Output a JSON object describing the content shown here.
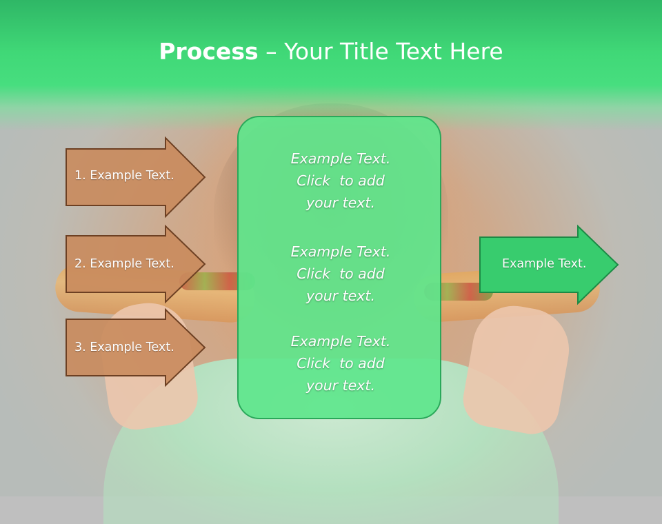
{
  "title": {
    "bold": "Process",
    "rest": " – Your Title Text Here"
  },
  "left_arrows": [
    {
      "label": "1. Example Text."
    },
    {
      "label": "2. Example Text."
    },
    {
      "label": "3. Example Text."
    }
  ],
  "center_box": {
    "items": [
      {
        "lines": [
          "Example Text.",
          "Click  to add",
          "your text."
        ]
      },
      {
        "lines": [
          "Example Text.",
          "Click  to add",
          "your text."
        ]
      },
      {
        "lines": [
          "Example Text.",
          "Click  to add",
          "your text."
        ]
      }
    ]
  },
  "right_arrow": {
    "label": "Example Text."
  },
  "colors": {
    "header_green": "#47de7f",
    "left_arrow_fill": "#c98b5d",
    "left_arrow_stroke": "#6d4023",
    "right_arrow_fill": "#38cc6e",
    "right_arrow_stroke": "#1c8a45",
    "center_box_fill": "#5ee68c"
  }
}
